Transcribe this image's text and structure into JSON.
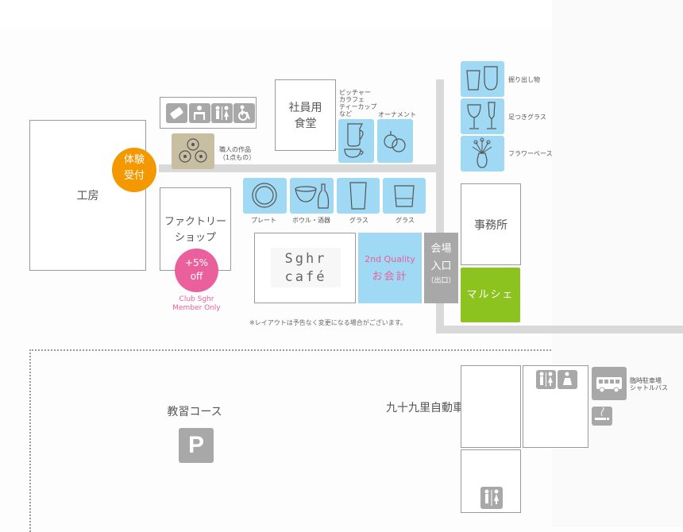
{
  "areas": {
    "kobo": "工房",
    "taiken": [
      "体験",
      "受付"
    ],
    "factory_shop": [
      "ファクトリー",
      "ショップ"
    ],
    "discount": [
      "+5%",
      "off"
    ],
    "club": [
      "Club Sghr",
      "Member Only"
    ],
    "shain_shokudo": [
      "社員用",
      "食堂"
    ],
    "cafe": [
      "Sghr",
      "café"
    ],
    "second_quality": [
      "2nd Quality",
      "お会計"
    ],
    "entrance": [
      "会場",
      "入口",
      "（出口）"
    ],
    "jimusho": "事務所",
    "marche": "マルシェ",
    "kyoshu_course": "教習コース",
    "driving_school": "九十九里自動車教習所",
    "parking_letter": "P",
    "shuttle": [
      "臨時駐車場",
      "シャトルバス"
    ],
    "note": "※レイアウトは予告なく変更になる場合がございます。"
  },
  "products": {
    "shokunin": [
      "職人の作品",
      "（1点もの）"
    ],
    "pitcher": [
      "ピッチャー",
      "カラフェ",
      "ティーカップ",
      "など"
    ],
    "ornament": "オーナメント",
    "plate": "プレート",
    "bowl": "ボウル・酒器",
    "glass1": "グラス",
    "glass2": "グラス",
    "horidashi": "掘り出し物",
    "ashitsuki": "足つきグラス",
    "flower": "フラワーベース"
  },
  "icons": {
    "facilities": [
      "ticket-icon",
      "nursing-room-icon",
      "restroom-icon",
      "wheelchair-icon"
    ],
    "colors": {
      "product_tile": "#9fd9f4",
      "taiken": "#f39800",
      "discount": "#e9609c",
      "club_text": "#e9609c",
      "entrance": "#a8a8a8",
      "marche": "#8cc31e",
      "road": "#d9d9d9",
      "gray_icon": "#a8a8a8"
    }
  }
}
